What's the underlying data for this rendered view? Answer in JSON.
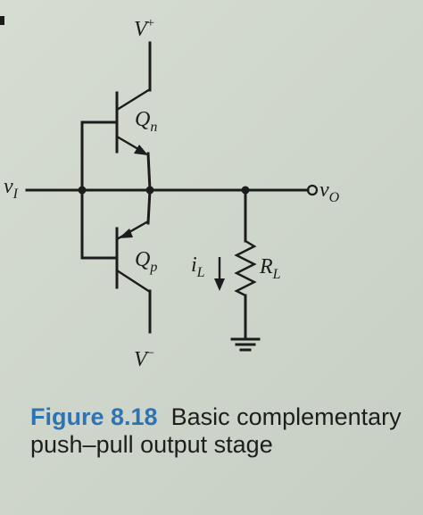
{
  "labels": {
    "v_plus": "V",
    "v_plus_sup": "+",
    "v_minus": "V",
    "v_minus_sup": "−",
    "q_n": "Q",
    "q_n_sub": "n",
    "q_p": "Q",
    "q_p_sub": "p",
    "v_i": "v",
    "v_i_sub": "I",
    "v_o": "v",
    "v_o_sub": "O",
    "i_l": "i",
    "i_l_sub": "L",
    "r_l": "R",
    "r_l_sub": "L"
  },
  "caption": {
    "figure_number": "Figure 8.18",
    "text": "  Basic complementary push–pull output stage"
  }
}
